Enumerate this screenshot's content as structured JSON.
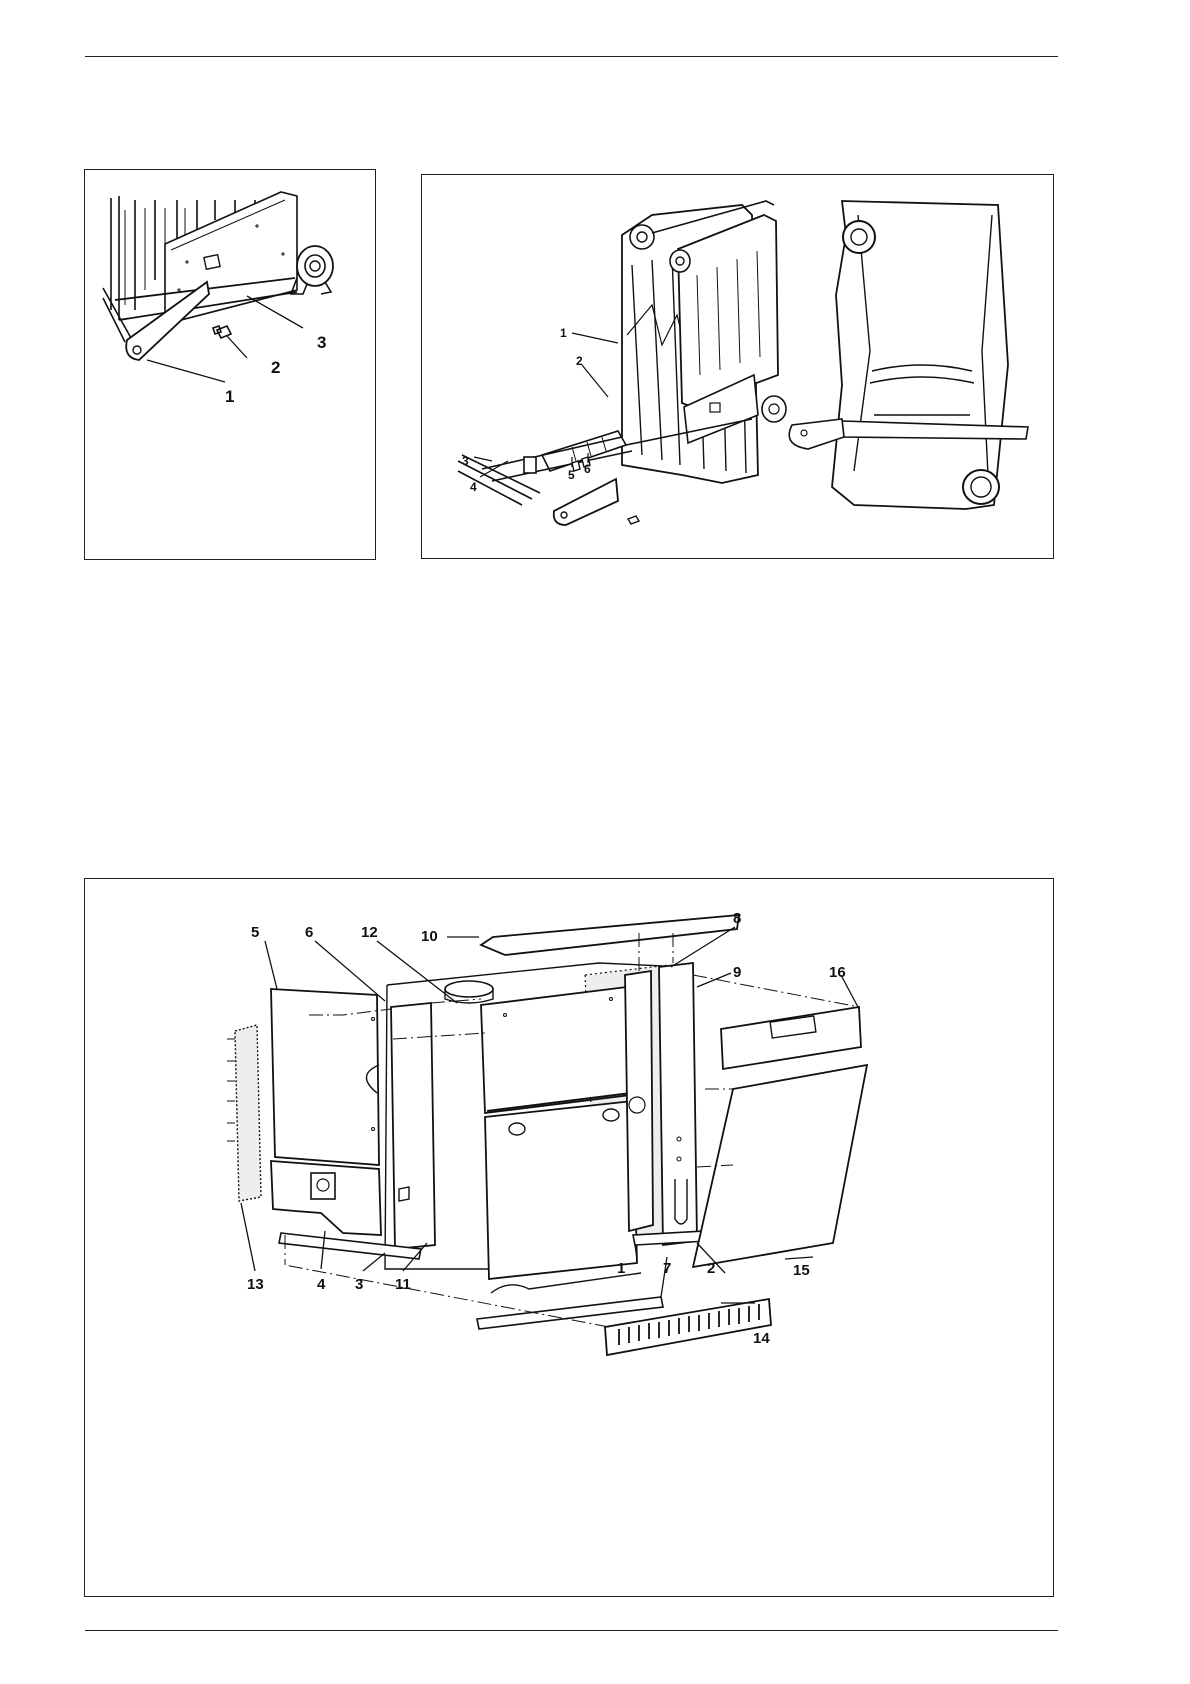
{
  "figure_a": {
    "callouts": [
      "1",
      "2",
      "3"
    ]
  },
  "figure_b": {
    "callouts": [
      "1",
      "2",
      "3",
      "4",
      "5",
      "6"
    ]
  },
  "figure_c": {
    "callouts": [
      "1",
      "2",
      "3",
      "4",
      "5",
      "6",
      "7",
      "8",
      "9",
      "10",
      "11",
      "12",
      "13",
      "14",
      "15",
      "16"
    ]
  }
}
